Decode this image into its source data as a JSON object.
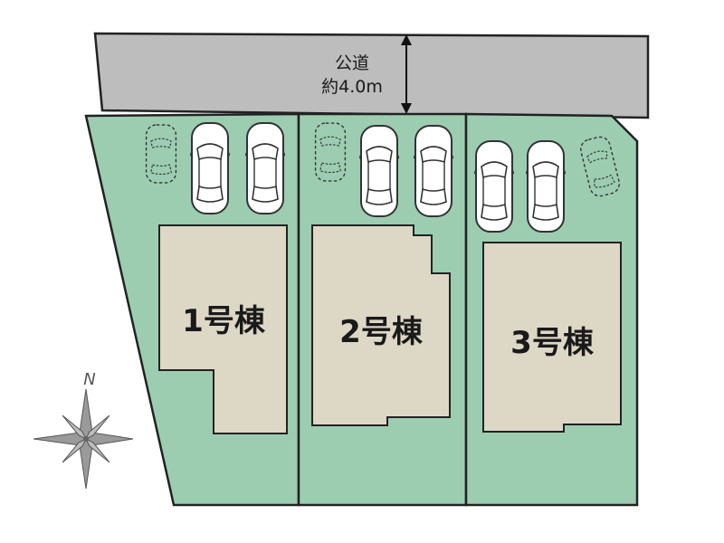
{
  "road": {
    "name": "公道",
    "width_label": "約4.0m"
  },
  "buildings": [
    {
      "label": "1号棟"
    },
    {
      "label": "2号棟"
    },
    {
      "label": "3号棟"
    }
  ],
  "compass": {
    "north_label": "N"
  },
  "parking": {
    "solid_cars": 6,
    "dashed_cars": 3
  },
  "colors": {
    "road": "#bdbdbd",
    "lot": "#9ccdb1",
    "building": "#ddd7c6",
    "outline": "#222222",
    "compass": "#8a8a8a"
  }
}
